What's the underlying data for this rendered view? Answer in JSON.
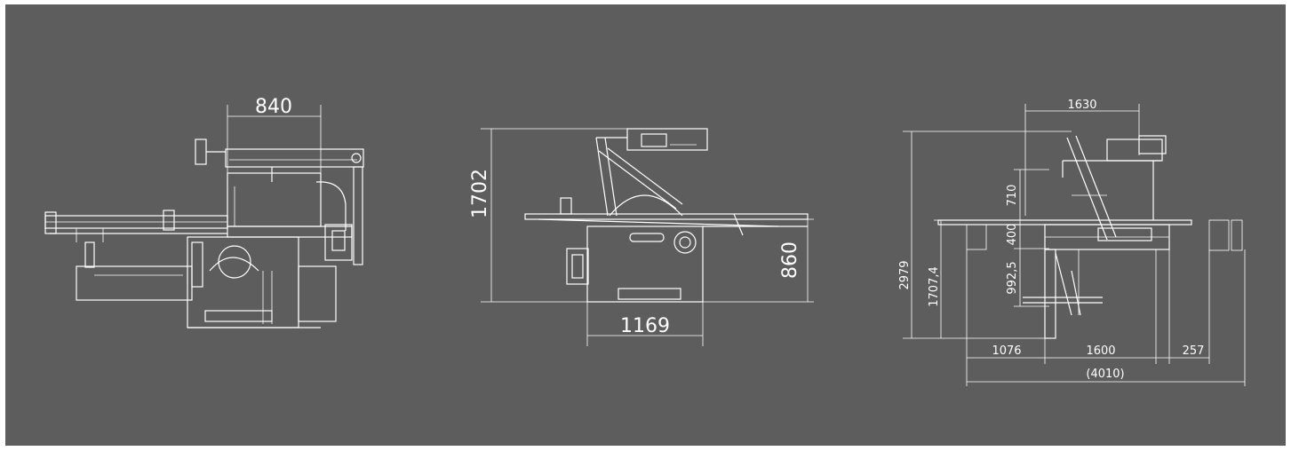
{
  "views": {
    "side": {
      "dims": {
        "width": "840"
      }
    },
    "front": {
      "dims": {
        "height": "1702",
        "table_height": "860",
        "base_width": "1169"
      }
    },
    "top": {
      "dims": {
        "top_width": "1630",
        "total_height": "2979",
        "height_a": "1707,4",
        "seg_710": "710",
        "seg_400": "400",
        "seg_992": "992,5",
        "w_1076": "1076",
        "w_1600": "1600",
        "w_257": "257",
        "overall": "(4010)"
      }
    }
  }
}
